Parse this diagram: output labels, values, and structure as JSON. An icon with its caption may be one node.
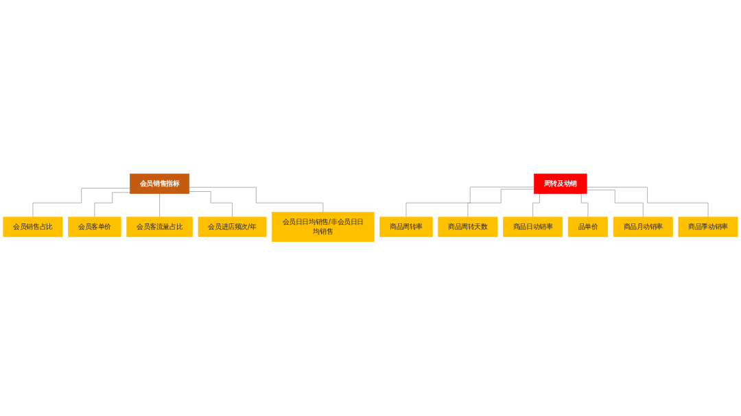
{
  "diagram": {
    "nodes": [
      {
        "text": [
          "会员销售指标"
        ]
      },
      {
        "text": [
          "会员销售占比"
        ]
      },
      {
        "text": [
          "会员客单价"
        ]
      },
      {
        "text": [
          "会员客流量占比"
        ]
      },
      {
        "text": [
          "会员进店频次/年"
        ]
      },
      {
        "text": [
          "会员日日均销售/非会员日日均销售"
        ]
      },
      {
        "text": [
          "周转及动销"
        ]
      },
      {
        "text": [
          "商品周转率"
        ]
      },
      {
        "text": [
          "商品周转天数"
        ]
      },
      {
        "text": [
          "商品日动销率"
        ]
      },
      {
        "text": [
          "品单价"
        ]
      },
      {
        "text": [
          "商品月动销率"
        ]
      },
      {
        "text": [
          "商品季动销率"
        ]
      }
    ],
    "edges": [
      {
        "from": 0,
        "to": 1,
        "arrow": "none"
      },
      {
        "from": 0,
        "to": 2,
        "arrow": "none"
      },
      {
        "from": 0,
        "to": 3,
        "arrow": "none"
      },
      {
        "from": 0,
        "to": 4,
        "arrow": "none"
      },
      {
        "from": 0,
        "to": 5,
        "arrow": "none"
      },
      {
        "from": 6,
        "to": 7,
        "arrow": "none"
      },
      {
        "from": 6,
        "to": 8,
        "arrow": "none"
      },
      {
        "from": 6,
        "to": 9,
        "arrow": "none"
      },
      {
        "from": 6,
        "to": 10,
        "arrow": "none"
      },
      {
        "from": 6,
        "to": 11,
        "arrow": "none"
      },
      {
        "from": 6,
        "to": 12,
        "arrow": "none"
      }
    ]
  }
}
